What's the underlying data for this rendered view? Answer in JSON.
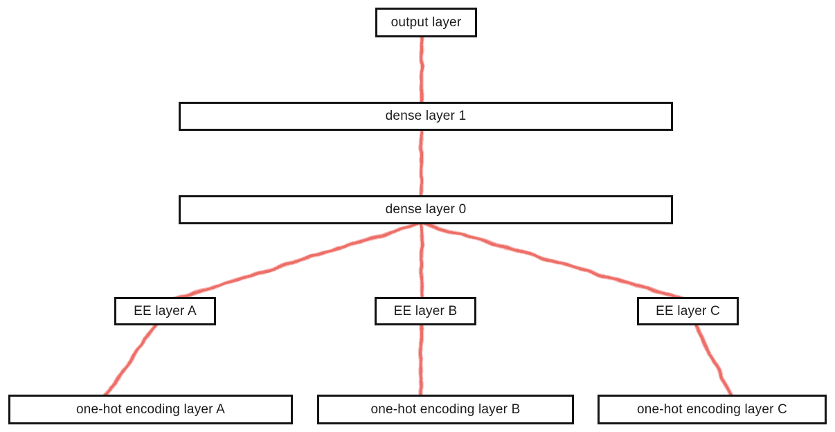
{
  "diagram": {
    "nodes": {
      "output": {
        "label": "output layer"
      },
      "dense1": {
        "label": "dense layer 1"
      },
      "dense0": {
        "label": "dense layer 0"
      },
      "ee_a": {
        "label": "EE layer A"
      },
      "ee_b": {
        "label": "EE layer B"
      },
      "ee_c": {
        "label": "EE layer C"
      },
      "onehot_a": {
        "label": "one-hot encoding layer A"
      },
      "onehot_b": {
        "label": "one-hot encoding layer B"
      },
      "onehot_c": {
        "label": "one-hot encoding layer C"
      }
    },
    "edges": [
      {
        "from": "dense1",
        "to": "output"
      },
      {
        "from": "dense0",
        "to": "dense1"
      },
      {
        "from": "ee_a",
        "to": "dense0"
      },
      {
        "from": "ee_b",
        "to": "dense0"
      },
      {
        "from": "ee_c",
        "to": "dense0"
      },
      {
        "from": "onehot_a",
        "to": "ee_a"
      },
      {
        "from": "onehot_b",
        "to": "ee_b"
      },
      {
        "from": "onehot_c",
        "to": "ee_c"
      }
    ],
    "colors": {
      "edge": "#ED6A63",
      "box_border": "#141414",
      "box_fill": "#FFFFFF",
      "text": "#1B1B1B",
      "background": "#FFFFFF"
    }
  }
}
